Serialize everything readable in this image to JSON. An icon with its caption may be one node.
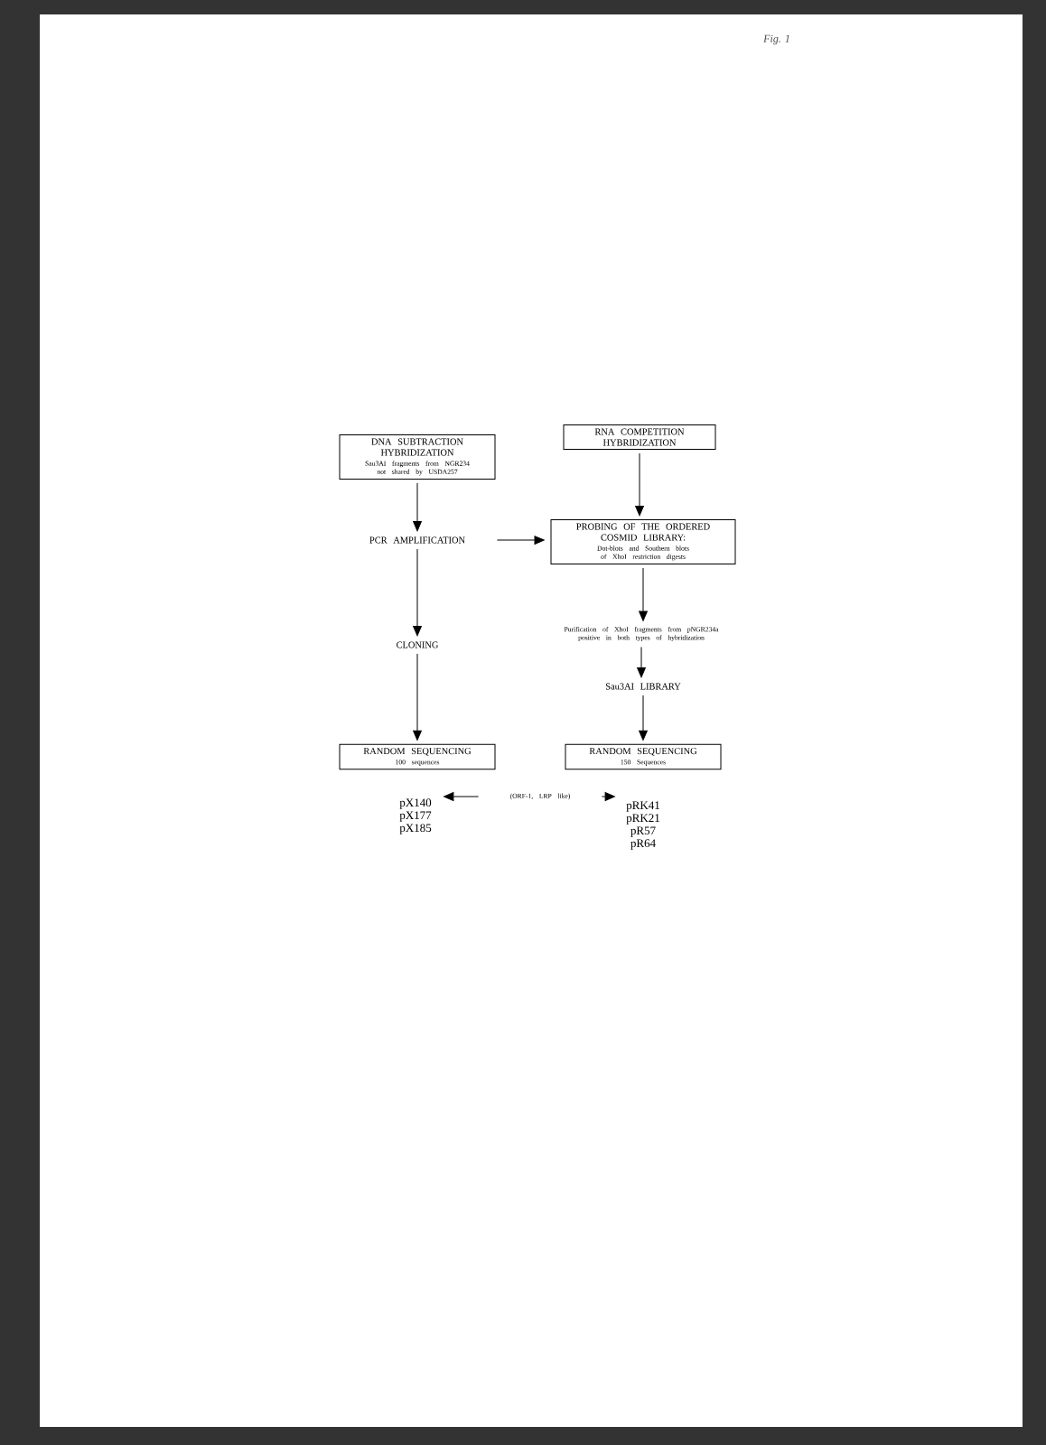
{
  "diagram": {
    "nodes": [
      {
        "text": [
          "DNA SUBTRACTION HYBRIDIZATION",
          "Sau3AI fragments from NGR234 not shared by USDA257"
        ]
      },
      {
        "text": [
          "RNA COMPETITION HYBRIDIZATION"
        ]
      },
      {
        "text": [
          "PCR AMPLIFICATION"
        ]
      },
      {
        "text": [
          "PROBING OF THE ORDERED COSMID LIBRARY:",
          "Dot-blots and Southern blots of XhoI restriction digests"
        ]
      },
      {
        "text": [
          "Purification of XhoI fragments from pNGR234a positive in both types of hybridization"
        ]
      },
      {
        "text": [
          "CLONING"
        ]
      },
      {
        "text": [
          "Sau3AI LIBRARY"
        ]
      },
      {
        "text": [
          "RANDOM SEQUENCING",
          "100 sequences"
        ]
      },
      {
        "text": [
          "RANDOM SEQUENCING",
          "150 Sequences"
        ]
      },
      {
        "text": [
          "pX140 pX177 pX185"
        ]
      },
      {
        "text": [
          "(ORF-1, LRP like)"
        ]
      },
      {
        "text": [
          "pRK41 pRK21 pR57 pR64"
        ]
      }
    ],
    "edges": [
      {
        "from": 0,
        "to": 2,
        "arrow": "to"
      },
      {
        "from": 2,
        "to": 3,
        "arrow": "to"
      },
      {
        "from": 1,
        "to": 3,
        "arrow": "to"
      },
      {
        "from": 3,
        "to": 4,
        "arrow": "to"
      },
      {
        "from": 4,
        "to": 6,
        "arrow": "to"
      },
      {
        "from": 6,
        "to": 8,
        "arrow": "to"
      },
      {
        "from": 2,
        "to": 5,
        "arrow": "to"
      },
      {
        "from": 5,
        "to": 7,
        "arrow": "to"
      },
      {
        "from": 10,
        "to": 9,
        "arrow": "to"
      },
      {
        "from": 10,
        "to": 11,
        "arrow": "to"
      }
    ],
    "labels": [
      "Fig. 1"
    ]
  }
}
